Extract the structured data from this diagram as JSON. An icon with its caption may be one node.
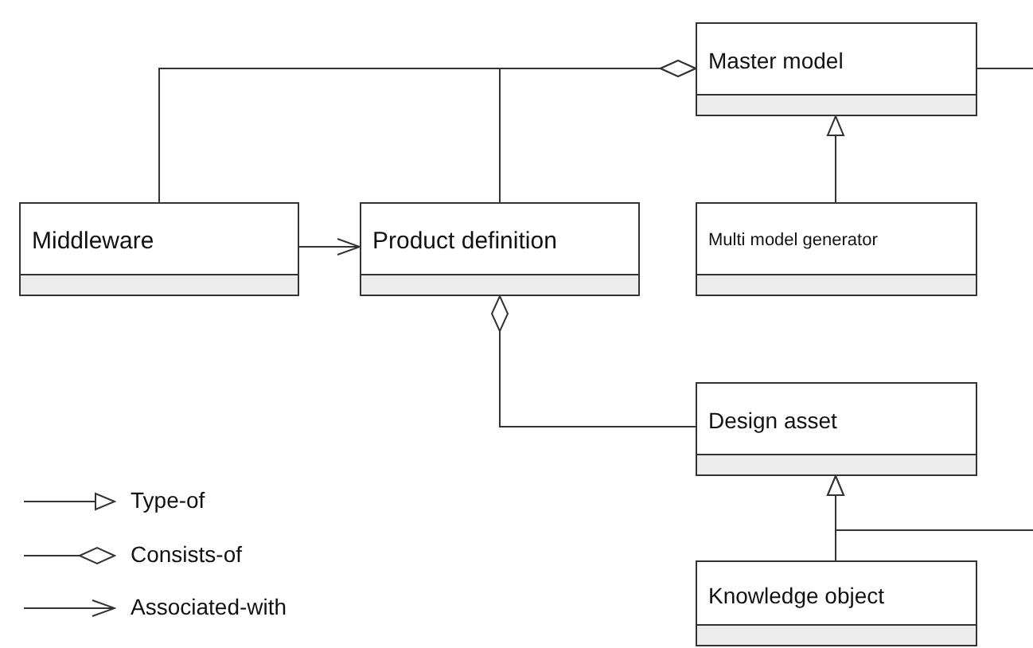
{
  "diagram": {
    "nodes": [
      {
        "text": [
          "Master model"
        ]
      },
      {
        "text": [
          "Middleware"
        ]
      },
      {
        "text": [
          "Product definition"
        ]
      },
      {
        "text": [
          "Multi model generator"
        ]
      },
      {
        "text": [
          "Design asset"
        ]
      },
      {
        "text": [
          "Knowledge object"
        ]
      }
    ],
    "edges": [
      {
        "from": 1,
        "to": 0,
        "arrow": "other"
      },
      {
        "from": 2,
        "to": 0,
        "arrow": "other"
      },
      {
        "from": 1,
        "to": 2,
        "arrow": "to"
      },
      {
        "from": 3,
        "to": 0,
        "arrow": "to"
      },
      {
        "from": 4,
        "to": 2,
        "arrow": "other"
      },
      {
        "from": 5,
        "to": 4,
        "arrow": "to"
      },
      {
        "from": 0,
        "to": null,
        "arrow": "none"
      },
      {
        "from": null,
        "to": 4,
        "arrow": "to"
      }
    ],
    "legend": [
      {
        "text": "Type-of"
      },
      {
        "text": "Consists-of"
      },
      {
        "text": "Associated-with"
      }
    ]
  }
}
